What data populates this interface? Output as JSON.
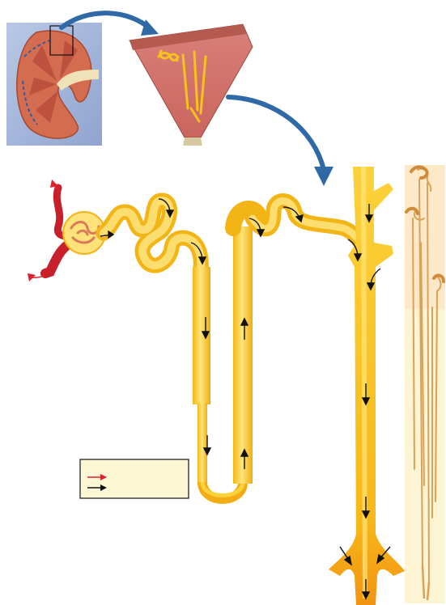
{
  "figure": {
    "kind": "nephron anatomy illustration",
    "panels": [
      "kidney-section-inset",
      "renal-pyramid-wedge",
      "nephron-detail",
      "nephron-proportional-inset"
    ]
  },
  "legend": {
    "entries": [
      {
        "label": "",
        "color": "#e0202a"
      },
      {
        "label": "",
        "color": "#111111"
      }
    ]
  },
  "colors": {
    "tubule": "#f6c21c",
    "tubule_light": "#fde27a",
    "tubule_dark": "#f29a12",
    "blood": "#c8202a",
    "arrow_blue": "#2f6aa6",
    "inset_bg": "#fdf2cf",
    "legend_bg": "#fdf7d6"
  }
}
